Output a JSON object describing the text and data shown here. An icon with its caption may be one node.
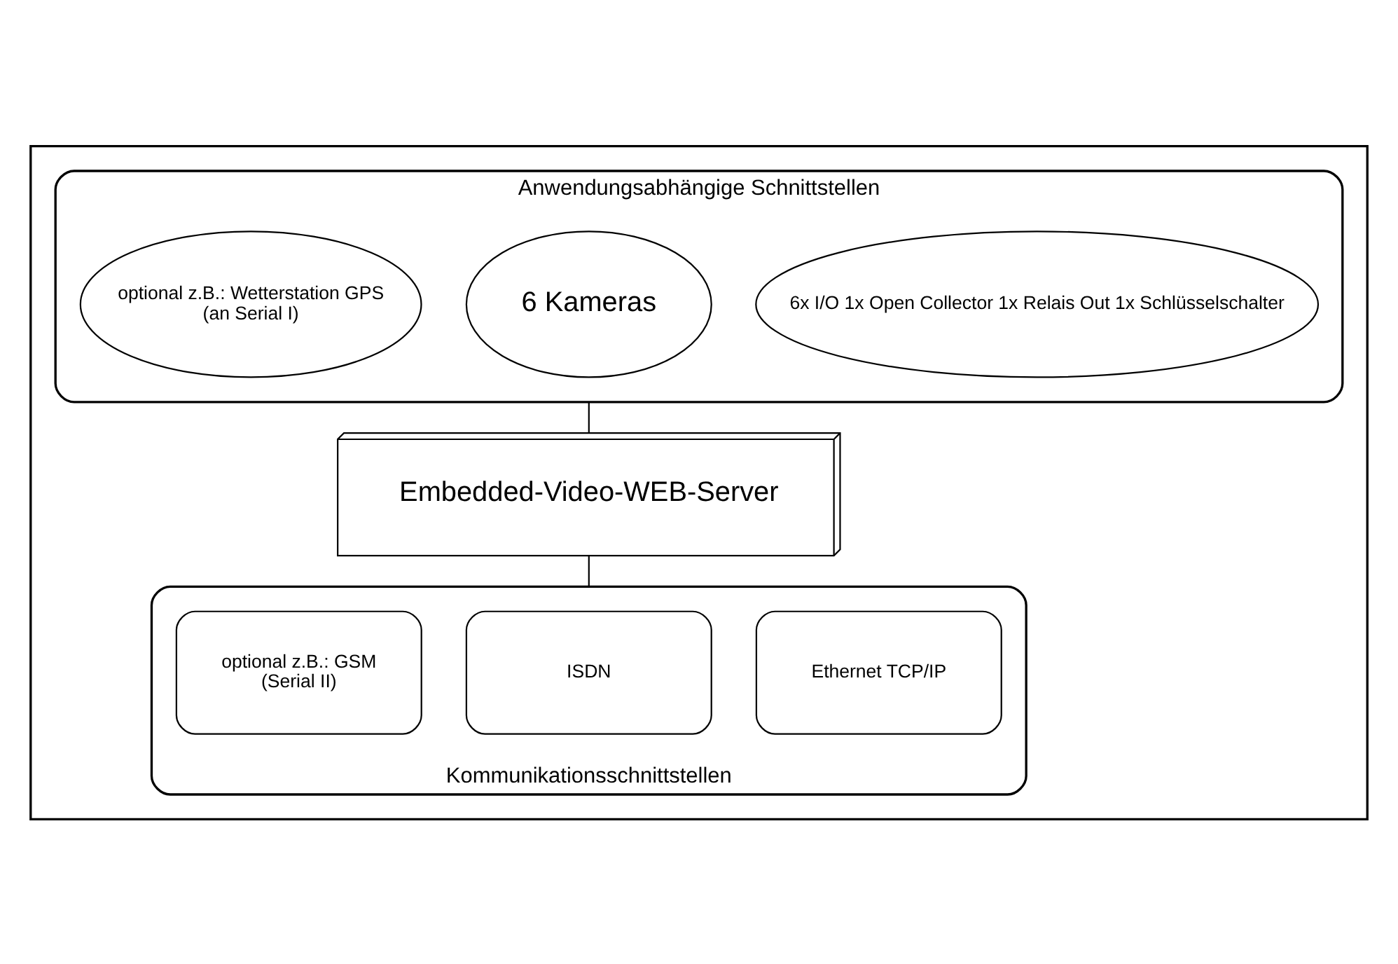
{
  "diagram": {
    "nodes": [
      {
        "text": [],
        "shape": "box"
      },
      {
        "text": [
          "Anwendungsabhängige Schnittstellen"
        ],
        "in": 0
      },
      {
        "text": [
          "6x I/O 1x Open Collector 1x Relais Out 1x Schlüsselschalter"
        ],
        "in": 1
      },
      {
        "text": [
          "6 Kameras"
        ],
        "in": 1
      },
      {
        "text": [
          "optional z.B.: Wetterstation GPS",
          "(an Serial I)"
        ],
        "in": 1
      },
      {
        "text": [
          "Embedded-Video-WEB-Server"
        ],
        "in": 0
      },
      {
        "text": [
          "Kommunikationsschnittstellen"
        ],
        "in": 0
      },
      {
        "text": [
          "Ethernet TCP/IP"
        ],
        "in": 6
      },
      {
        "text": [
          "ISDN"
        ],
        "in": 6
      },
      {
        "text": [
          "optional z.B.: GSM",
          "(Serial II)"
        ],
        "in": 6
      }
    ],
    "edges": [
      {
        "from": 1,
        "to": 5,
        "arrow": "none"
      },
      {
        "from": 5,
        "to": 6,
        "arrow": "none"
      }
    ]
  }
}
